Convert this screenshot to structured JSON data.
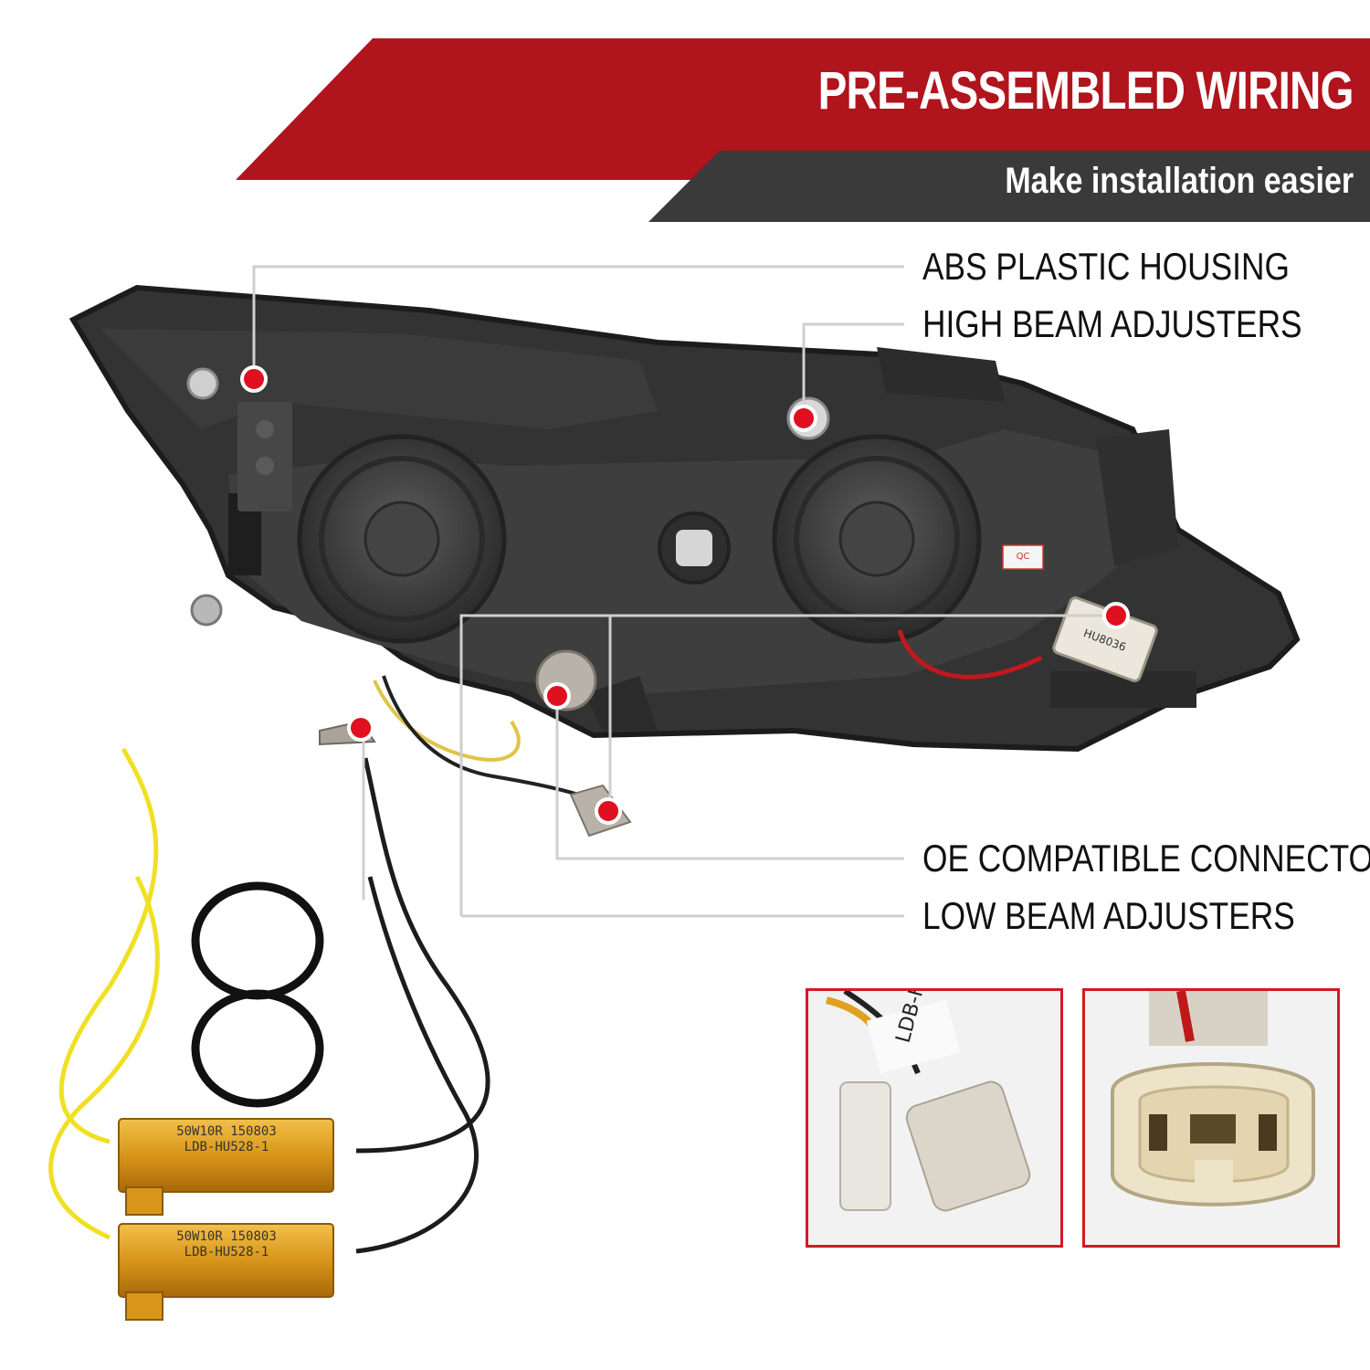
{
  "banner": {
    "headline": "PRE-ASSEMBLED WIRING",
    "subheadline": "Make installation easier",
    "colors": {
      "red": "#b0141c",
      "dark": "#3a3a3a"
    }
  },
  "features": {
    "top": [
      "ABS PLASTIC HOUSING",
      "HIGH BEAM ADJUSTERS"
    ],
    "bottom": [
      "OE COMPATIBLE CONNECTOR",
      "LOW BEAM ADJUSTERS"
    ]
  },
  "markings": {
    "qc_label": "QC",
    "connector_code": "HU8036",
    "resistor_text": [
      "50W10R 150803",
      "LDB-HU528-1"
    ],
    "socket_text": "LDB-HU"
  },
  "accent_color": "#d01b22",
  "marker_color": "#e01020"
}
